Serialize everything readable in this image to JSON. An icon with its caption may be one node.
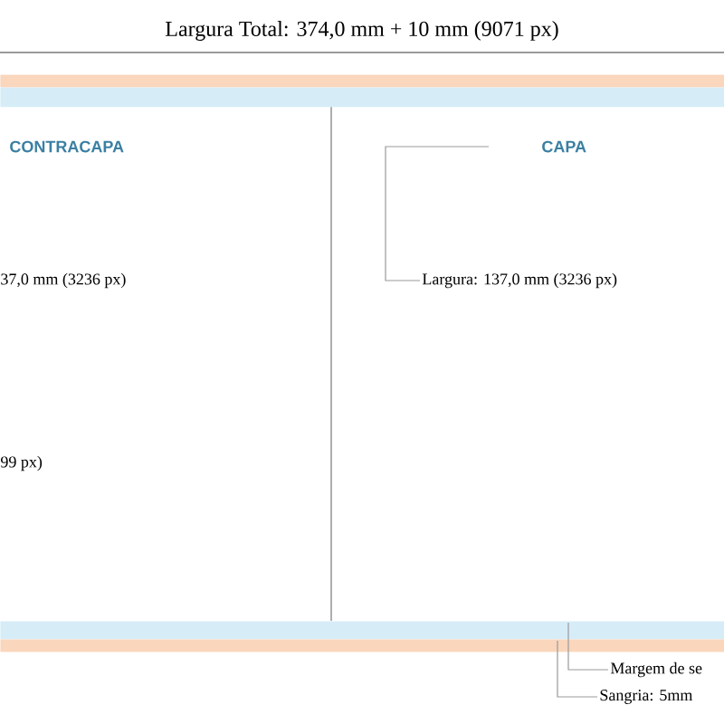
{
  "diagram": {
    "title": "Largura Total: 374,0 mm + 10 mm (9071 px)",
    "nodes": [
      {
        "text": [],
        "shape": "bar"
      },
      {
        "text": [],
        "shape": "bar"
      },
      {
        "text": [
          "CONTRACAPA"
        ]
      },
      {
        "text": [
          "CAPA"
        ]
      },
      {
        "text": [
          "Largura: 137,0 mm (3236 px)"
        ]
      },
      {
        "text": [],
        "shape": "bar"
      },
      {
        "text": [],
        "shape": "bar"
      },
      {
        "text": [
          "Margem de se"
        ]
      },
      {
        "text": [
          "Sangria: 5mm"
        ]
      }
    ],
    "edges": [
      {
        "from": 4,
        "to": 3,
        "arrow": "none"
      },
      {
        "from": 7,
        "to": 5,
        "arrow": "none"
      },
      {
        "from": 8,
        "to": 6,
        "arrow": "none"
      }
    ],
    "labels": [
      "37,0 mm (3236 px)",
      "99 px)"
    ]
  }
}
